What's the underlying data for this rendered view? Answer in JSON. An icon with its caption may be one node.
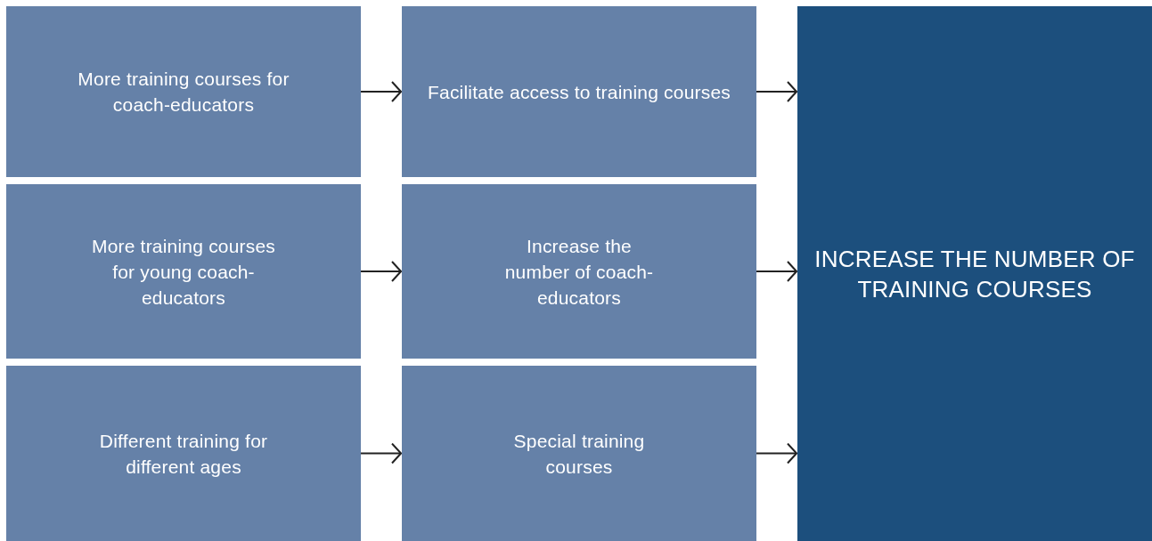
{
  "diagram": {
    "nodes": [
      {
        "text": [
          "More training courses for coach-educators"
        ]
      },
      {
        "text": [
          "Facilitate access to training courses"
        ]
      },
      {
        "text": [
          "INCREASE THE NUMBER OF TRAINING COURSES"
        ]
      },
      {
        "text": [
          "More training courses for young coach-educators"
        ]
      },
      {
        "text": [
          "Increase the number of coach-educators"
        ]
      },
      {
        "text": [
          "Different training for different ages"
        ]
      },
      {
        "text": [
          "Special training courses"
        ]
      }
    ],
    "edges": [
      {
        "from": 0,
        "to": 1,
        "arrow": "to"
      },
      {
        "from": 3,
        "to": 4,
        "arrow": "to"
      },
      {
        "from": 5,
        "to": 6,
        "arrow": "to"
      },
      {
        "from": 1,
        "to": 2,
        "arrow": "to"
      },
      {
        "from": 4,
        "to": 2,
        "arrow": "to"
      },
      {
        "from": 6,
        "to": 2,
        "arrow": "to"
      }
    ]
  }
}
